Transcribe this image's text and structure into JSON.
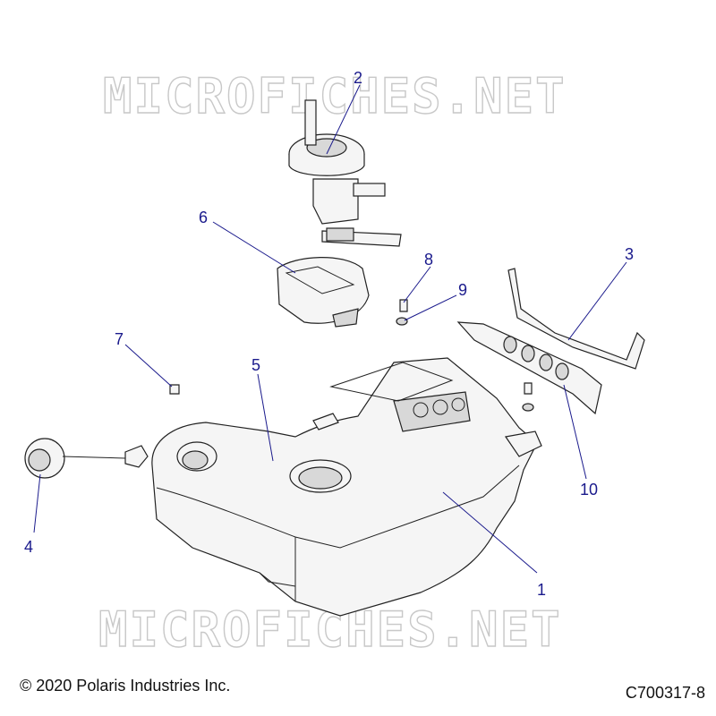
{
  "watermark": "MICROFICHES.NET",
  "copyright": "© 2020 Polaris Industries Inc.",
  "diagram_code": "C700317-8",
  "callouts": [
    "1",
    "2",
    "3",
    "4",
    "5",
    "6",
    "7",
    "8",
    "9",
    "10"
  ]
}
